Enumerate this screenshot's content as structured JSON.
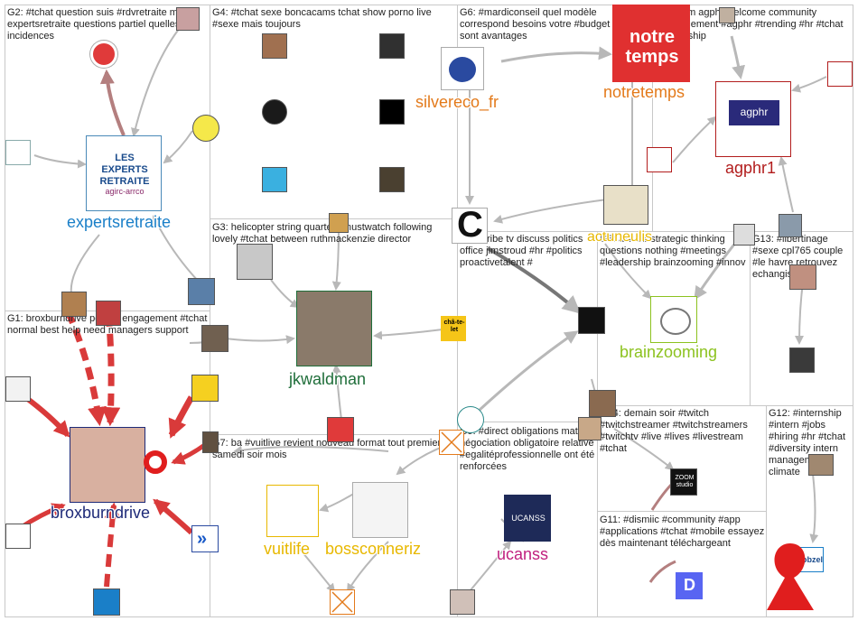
{
  "groups": [
    {
      "id": "G2",
      "text": "G2: #tchat question suis #rdvretraite ma expertsretraite questions partiel quelles incidences"
    },
    {
      "id": "G4",
      "text": "G4: #tchat sexe boncacams tchat show porno live #sexe mais toujours"
    },
    {
      "id": "G6",
      "text": "G6: #mardiconseil quel modèle correspond besoins votre #budget quels sont avantages"
    },
    {
      "id": "G5",
      "text": "G5: team agphr welcome community #management #agphr #trending #hr #tchat #leadership"
    },
    {
      "id": "G3",
      "text": "G3: helicopter string quartet #mustwatch following lovely #tchat between ruthmackenzie director"
    },
    {
      "id": "G10",
      "text": "G10: tribe tv discuss politics office jimstroud #hr #politics proactivetalent #"
    },
    {
      "id": "G8",
      "text": "G8: ask 21 strategic thinking questions nothing #meetings #leadership brainzooming #innov"
    },
    {
      "id": "G13",
      "text": "G13: #libertinage #sexe cpl765 couple #le havre retrouvez echangiste fr"
    },
    {
      "id": "G1",
      "text": "G1: broxburndrive people engagement #tchat normal best help need managers support"
    },
    {
      "id": "G7",
      "text": "G7: ba #vuitlive revient nouveau format tout premiers samedi soir mois"
    },
    {
      "id": "G9",
      "text": "G9: #direct obligations matière négociation obligatoire relative #egalitéprofessionnelle ont été renforcées"
    },
    {
      "id": "G14",
      "text": "G14: demain soir #twitch #twitchstreamer #twitchstreamers #twitchtv #live #lives #livestream #tchat"
    },
    {
      "id": "G12",
      "text": "G12: #internship #intern #jobs #hiring #hr #tchat #diversity intern management climate"
    },
    {
      "id": "G11",
      "text": "G11: #dismiic #community #app #applications #tchat #mobile essayez dès maintenant téléchargeant"
    }
  ],
  "labels": {
    "expertsretraite": "expertsretraite",
    "silvereco": "silvereco_fr",
    "notretemps": "notretemps",
    "agphr": "agphr1",
    "jkwaldman": "jkwaldman",
    "brainzooming": "brainzooming",
    "broxburndrive": "broxburndrive",
    "vuitlife": "vuitlife",
    "bossconneriz": "bossconneriz",
    "ucanss": "ucanss",
    "actunouvelles": "actuneulis"
  },
  "logo_text": {
    "expertsretraite_logo": "LES EXPERTS RETRAITE",
    "expertsretraite_sub": "agirc-arrco",
    "notretemps_logo": "notre temps",
    "agphr_logo": "agphr",
    "chatelet": "châ-te-let",
    "jobzel": "Jobzel",
    "ucanss_logo": "UCANSS",
    "zoom_logo": "ZOOM studio"
  },
  "colors": {
    "red_edge": "#d93a3a",
    "gray_edge": "#b8b8b8",
    "brown_edge": "#b47f7f",
    "blue_label": "#1a7fc8",
    "orange_label": "#e37a1b",
    "darkred_label": "#b21d1d",
    "green_label": "#1f6e3a",
    "lime_label": "#8cc21f",
    "navy_label": "#1e2a78",
    "gold_label": "#e8b800",
    "magenta_label": "#c01f7e"
  }
}
